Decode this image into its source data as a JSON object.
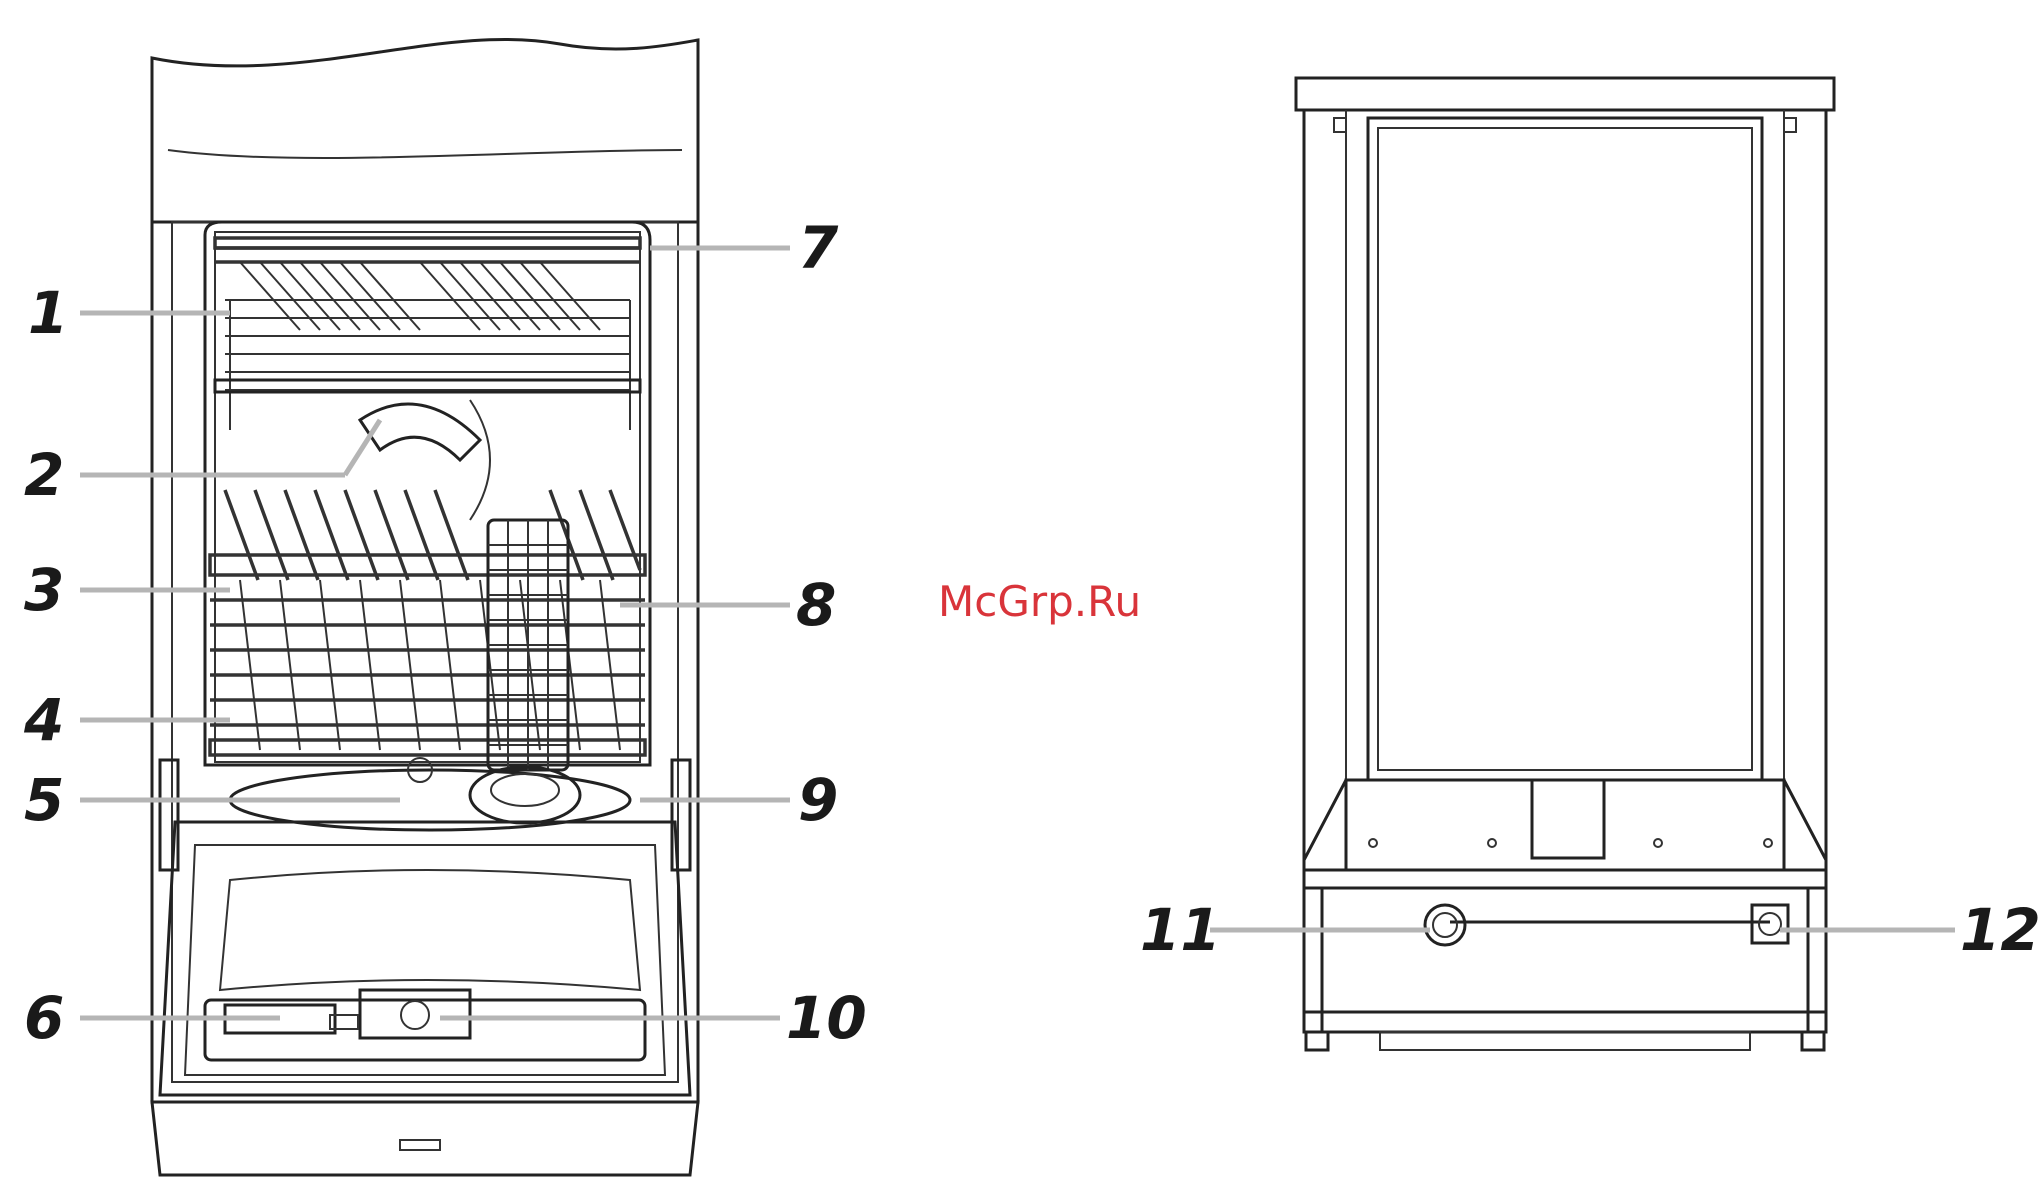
{
  "watermark": "McGrp.Ru",
  "callouts": [
    {
      "id": "c1",
      "label": "1"
    },
    {
      "id": "c2",
      "label": "2"
    },
    {
      "id": "c3",
      "label": "3"
    },
    {
      "id": "c4",
      "label": "4"
    },
    {
      "id": "c5",
      "label": "5"
    },
    {
      "id": "c6",
      "label": "6"
    },
    {
      "id": "c7",
      "label": "7"
    },
    {
      "id": "c8",
      "label": "8"
    },
    {
      "id": "c9",
      "label": "9"
    },
    {
      "id": "c10",
      "label": "10"
    },
    {
      "id": "c11",
      "label": "11"
    },
    {
      "id": "c12",
      "label": "12"
    }
  ],
  "colors": {
    "watermark": "#d9343a",
    "leader": "#b5b5b5",
    "lines": "#222222"
  }
}
